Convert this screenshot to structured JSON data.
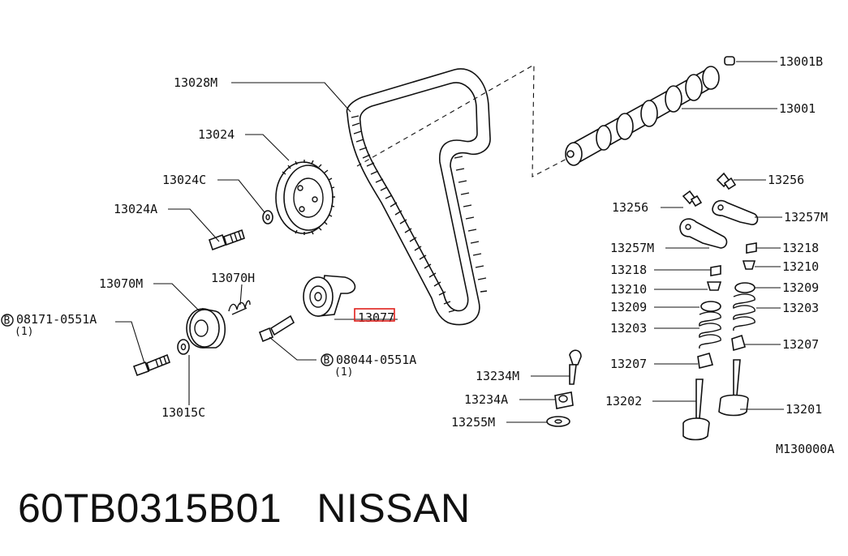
{
  "diagram": {
    "labels": {
      "p13001B": "13001B",
      "p13001": "13001",
      "p13028M": "13028M",
      "p13024": "13024",
      "p13024C": "13024C",
      "p13024A": "13024A",
      "p13070M": "13070M",
      "p13070H": "13070H",
      "p08171": "08171-0551A",
      "p08171_qty": "(1)",
      "p13015C": "13015C",
      "p08044": "08044-0551A",
      "p08044_qty": "(1)",
      "p13077": "13077",
      "p13256_r": "13256",
      "p13256_l": "13256",
      "p13257M_r": "13257M",
      "p13257M_l": "13257M",
      "p13218_r": "13218",
      "p13218_l": "13218",
      "p13210_r": "13210",
      "p13210_l": "13210",
      "p13209_r": "13209",
      "p13209_l": "13209",
      "p13203_r": "13203",
      "p13203_l": "13203",
      "p13207_r": "13207",
      "p13207_l": "13207",
      "p13202": "13202",
      "p13201": "13201",
      "p13234M": "13234M",
      "p13234A": "13234A",
      "p13255M": "13255M",
      "bolt_marker": "B",
      "figure_code": "M130000A"
    },
    "highlight_color": "#e0201c"
  },
  "footer": {
    "code": "60TB0315B01",
    "brand": "NISSAN"
  }
}
